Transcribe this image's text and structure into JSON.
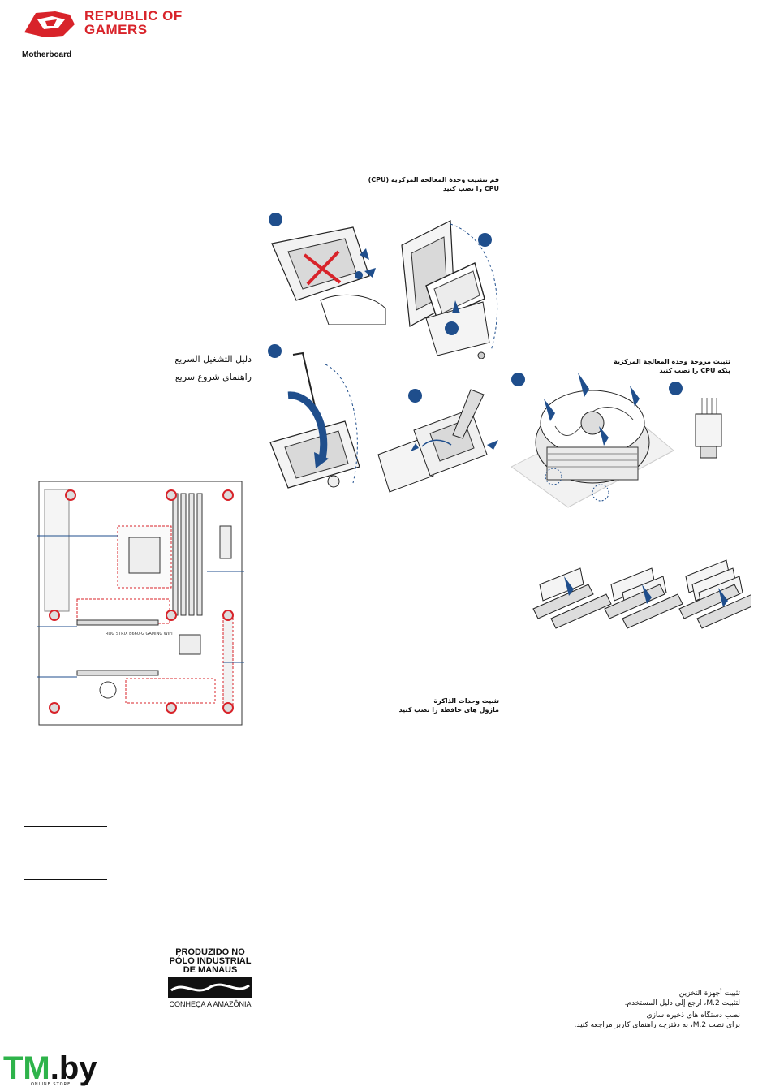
{
  "header": {
    "brand_line1": "REPUBLIC OF",
    "brand_line2": "GAMERS",
    "product_type": "Motherboard"
  },
  "guide_titles": {
    "arabic": "دليل التشغيل السريع",
    "persian": "راهنمای شروع سریع"
  },
  "sections": {
    "cpu": {
      "arabic": "قم بتثبيت وحدة المعالجة المركزية (CPU)",
      "persian": "CPU را نصب كنيد"
    },
    "cooler": {
      "arabic": "تثبيت مروحة وحدة المعالجة المركزية",
      "persian": "پنكه CPU را نصب كنيد"
    },
    "memory": {
      "arabic": "تثبيت وحدات الذاكرة",
      "persian": "ماژول های حافظه را نصب كنيد"
    },
    "storage": {
      "arabic_title": "تثبيت أجهزة التخزين",
      "arabic_body": "لتثبيت M.2، ارجع إلى دليل المستخدم.",
      "persian_title": "نصب دستگاه های ذخیره سازی",
      "persian_body": "برای نصب M.2، به دفترچه راهنمای کاربر مراجعه کنید."
    }
  },
  "board_label": "ROG STRIX B660-G GAMING WIFI",
  "manaus": {
    "line1": "PRODUZIDO NO",
    "line2": "PÓLO INDUSTRIAL",
    "line3": "DE MANAUS",
    "tagline": "CONHEÇA A AMAZÔNIA"
  },
  "watermark": {
    "tm": "TM",
    "by": ".by",
    "sub": "ONLINE STORE"
  },
  "colors": {
    "rog_red": "#d8232a",
    "accent_blue": "#1f4e8c"
  }
}
